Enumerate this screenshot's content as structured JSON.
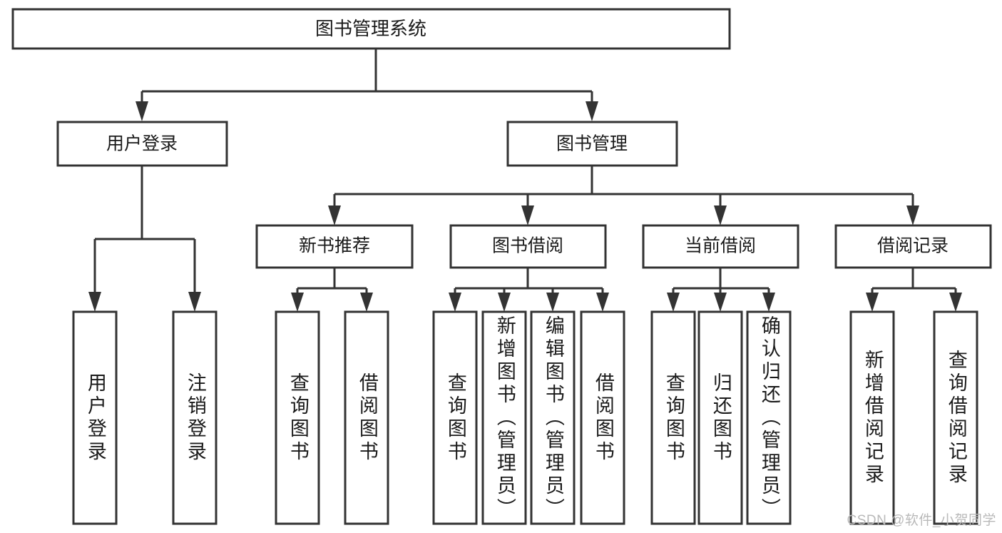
{
  "diagram": {
    "type": "tree-hierarchy",
    "title": "图书管理系统",
    "watermark": "CSDN @软件_小贺同学",
    "colors": {
      "stroke": "#333333",
      "box_fill": "#ffffff",
      "text": "#1a1a1a",
      "background": "#ffffff",
      "watermark": "#b9b9b9"
    },
    "levels": [
      {
        "level": 1,
        "nodes": [
          {
            "id": "root",
            "label": "图书管理系统",
            "orientation": "horizontal"
          }
        ]
      },
      {
        "level": 2,
        "nodes": [
          {
            "id": "user-login",
            "label": "用户登录",
            "orientation": "horizontal",
            "parent": "root"
          },
          {
            "id": "book-manage",
            "label": "图书管理",
            "orientation": "horizontal",
            "parent": "root"
          }
        ]
      },
      {
        "level": 3,
        "nodes": [
          {
            "id": "new-book-rec",
            "label": "新书推荐",
            "orientation": "horizontal",
            "parent": "book-manage"
          },
          {
            "id": "book-borrow",
            "label": "图书借阅",
            "orientation": "horizontal",
            "parent": "book-manage"
          },
          {
            "id": "current-borrow",
            "label": "当前借阅",
            "orientation": "horizontal",
            "parent": "book-manage"
          },
          {
            "id": "borrow-record",
            "label": "借阅记录",
            "orientation": "horizontal",
            "parent": "book-manage"
          }
        ]
      },
      {
        "level": 4,
        "nodes": [
          {
            "id": "leaf-user-login",
            "label": "用户登录",
            "orientation": "vertical",
            "parent": "user-login"
          },
          {
            "id": "leaf-user-logout",
            "label": "注销登录",
            "orientation": "vertical",
            "parent": "user-login"
          },
          {
            "id": "leaf-query-book-1",
            "label": "查询图书",
            "orientation": "vertical",
            "parent": "new-book-rec"
          },
          {
            "id": "leaf-borrow-book-1",
            "label": "借阅图书",
            "orientation": "vertical",
            "parent": "new-book-rec"
          },
          {
            "id": "leaf-query-book-2",
            "label": "查询图书",
            "orientation": "vertical",
            "parent": "book-borrow"
          },
          {
            "id": "leaf-add-book",
            "label": "新增图书（管理员）",
            "orientation": "vertical",
            "parent": "book-borrow"
          },
          {
            "id": "leaf-edit-book",
            "label": "编辑图书（管理员）",
            "orientation": "vertical",
            "parent": "book-borrow"
          },
          {
            "id": "leaf-borrow-book-2",
            "label": "借阅图书",
            "orientation": "vertical",
            "parent": "book-borrow"
          },
          {
            "id": "leaf-query-book-3",
            "label": "查询图书",
            "orientation": "vertical",
            "parent": "current-borrow"
          },
          {
            "id": "leaf-return-book",
            "label": "归还图书",
            "orientation": "vertical",
            "parent": "current-borrow"
          },
          {
            "id": "leaf-confirm-return",
            "label": "确认归还（管理员）",
            "orientation": "vertical",
            "parent": "current-borrow"
          },
          {
            "id": "leaf-add-record",
            "label": "新增借阅记录",
            "orientation": "vertical",
            "parent": "borrow-record"
          },
          {
            "id": "leaf-query-record",
            "label": "查询借阅记录",
            "orientation": "vertical",
            "parent": "borrow-record"
          }
        ]
      }
    ]
  }
}
